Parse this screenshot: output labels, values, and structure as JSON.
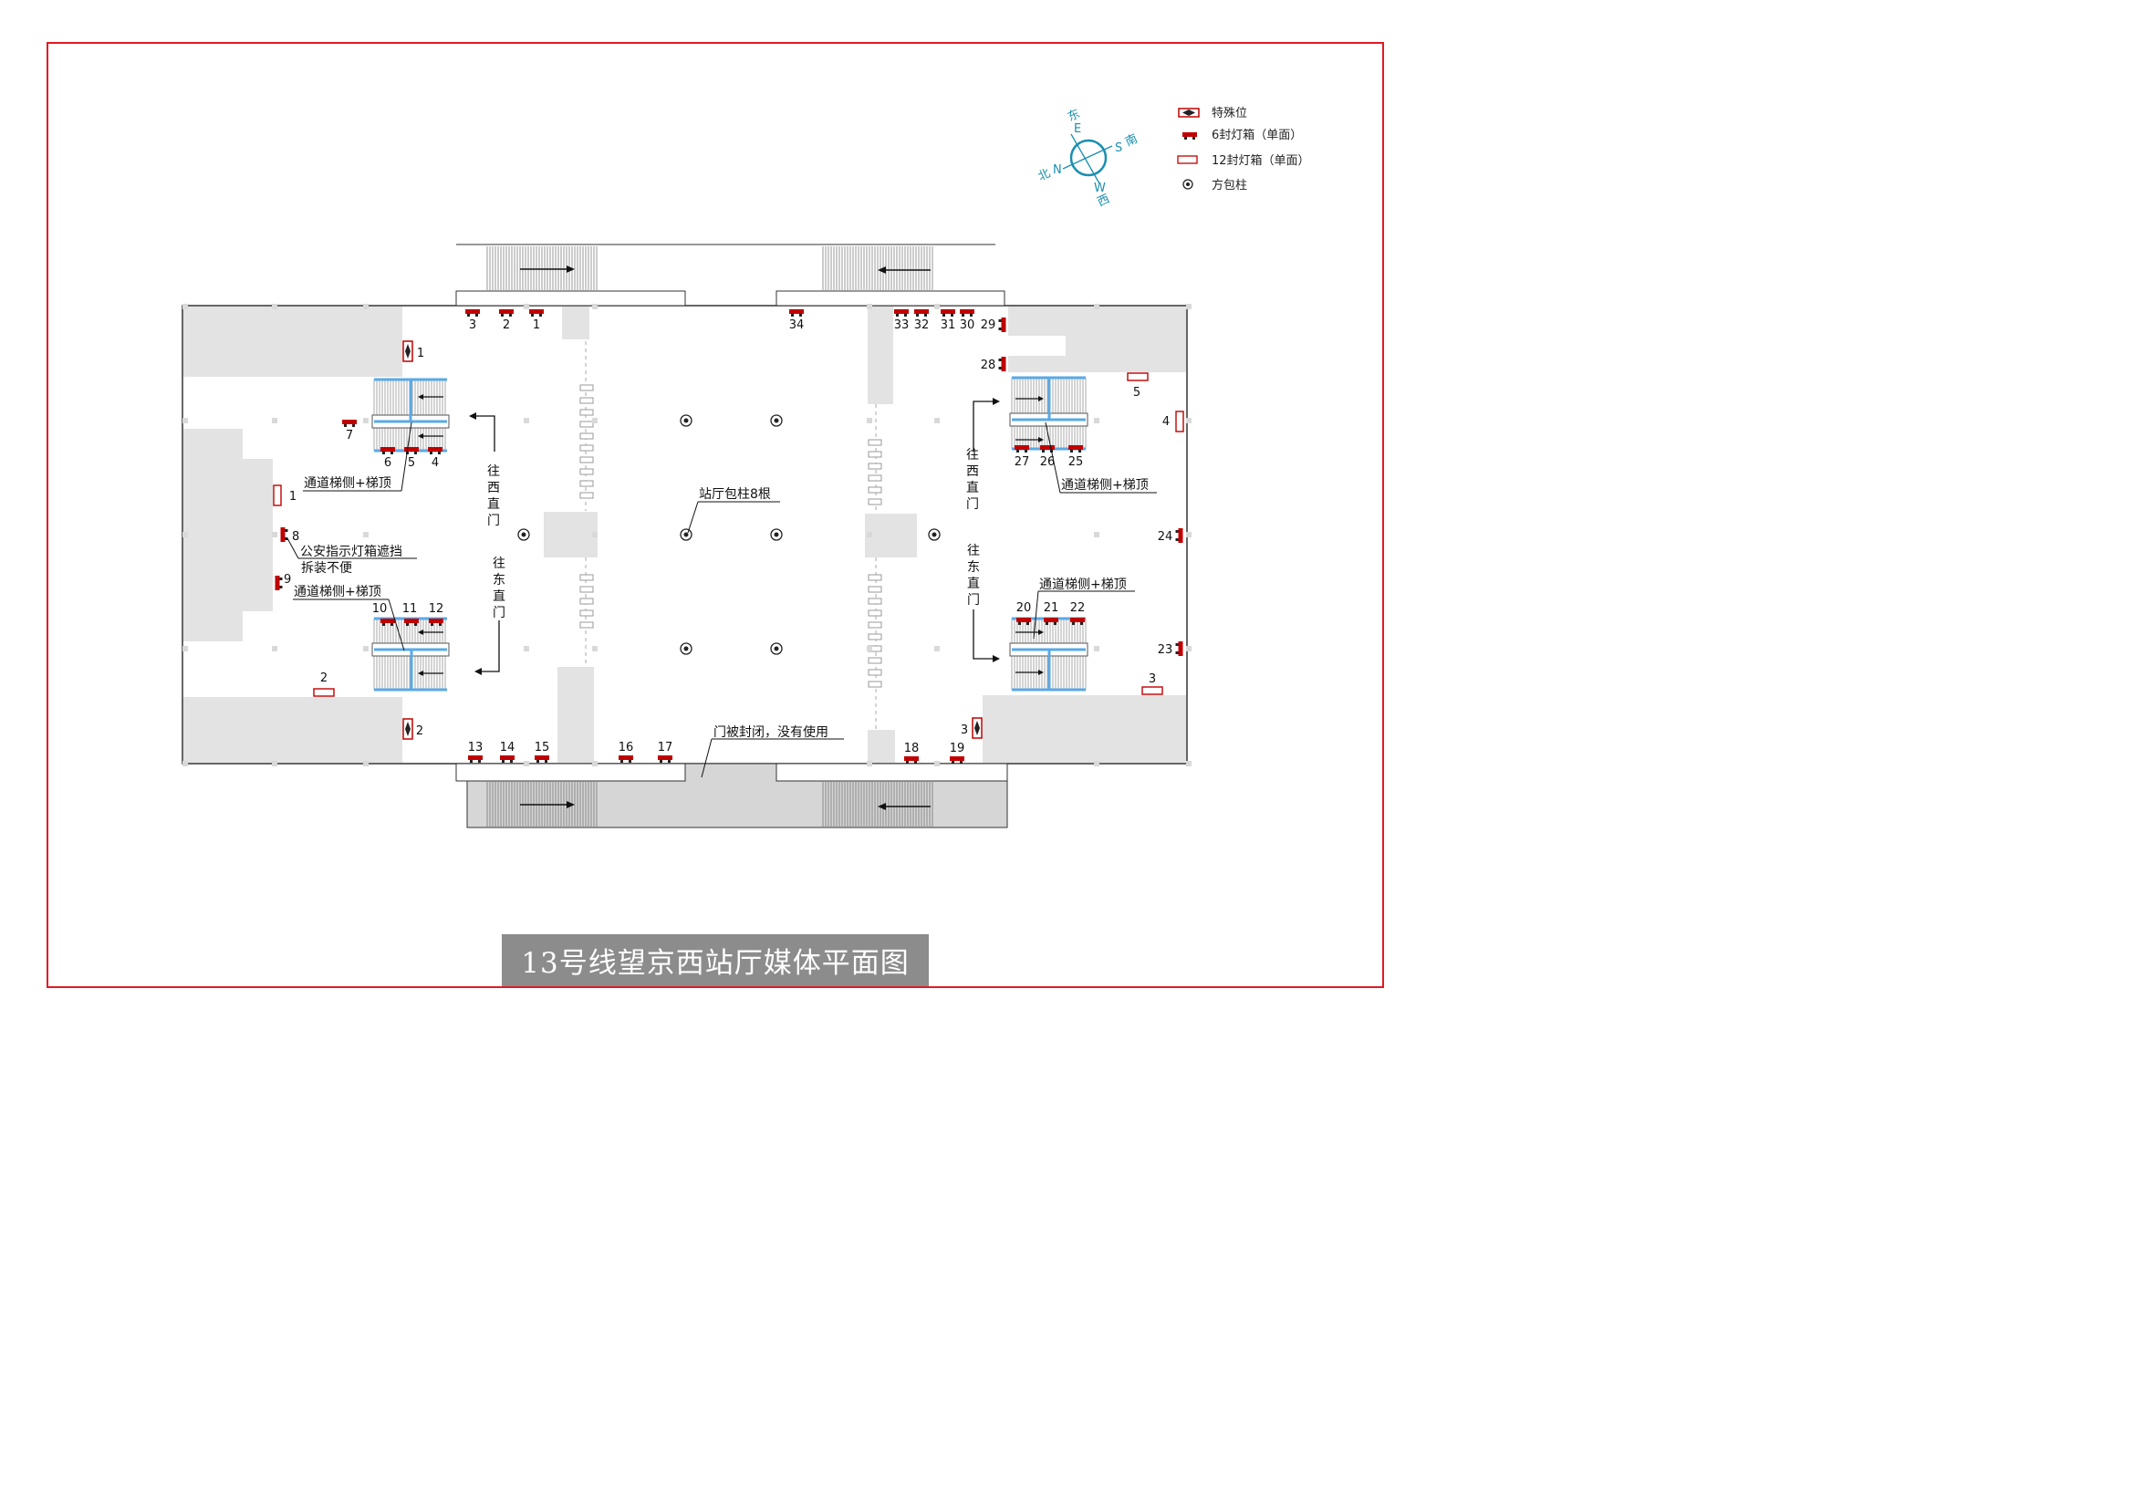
{
  "title": "13号线望京西站厅媒体平面图",
  "compass": {
    "east_cn": "东",
    "east_letter": "E",
    "south_cn": "南",
    "south_letter": "S",
    "west_cn": "西",
    "west_letter": "W",
    "north_cn": "北",
    "north_letter": "N"
  },
  "legend": [
    {
      "icon": "special-position-icon",
      "label": "特殊位"
    },
    {
      "icon": "lightbox-6-icon",
      "label": "6封灯箱（单面）"
    },
    {
      "icon": "lightbox-12-icon",
      "label": "12封灯箱（单面）"
    },
    {
      "icon": "square-pillar-icon",
      "label": "方包柱"
    }
  ],
  "annotations": {
    "escalator_left_top": "通道梯侧+梯顶",
    "escalator_left_bottom": "通道梯侧+梯顶",
    "escalator_right_top": "通道梯侧+梯顶",
    "escalator_right_bottom": "通道梯侧+梯顶",
    "police_note_line1": "公安指示灯箱遮挡",
    "police_note_line2": "拆装不便",
    "pillars_note": "站厅包柱8根",
    "door_closed": "门被封闭，没有使用",
    "to_xizhimen": "往西直门",
    "to_dongzhimen": "往东直门"
  },
  "labels_6": [
    "1",
    "2",
    "3",
    "4",
    "5",
    "6",
    "7",
    "8",
    "9",
    "10",
    "11",
    "12",
    "13",
    "14",
    "15",
    "16",
    "17",
    "18",
    "19",
    "20",
    "21",
    "22",
    "23",
    "24",
    "25",
    "26",
    "27",
    "28",
    "29",
    "30",
    "31",
    "32",
    "33",
    "34"
  ],
  "labels_12": [
    "1",
    "2",
    "3",
    "4",
    "5"
  ],
  "labels_special": [
    "1",
    "2",
    "3"
  ],
  "colors": {
    "frame": "#e01b24",
    "lightbox": "#c00000",
    "escalator": "#5aa9e6",
    "compass": "#1a8fb0",
    "block": "#e3e3e3",
    "title_bg": "#8c8c8c"
  }
}
